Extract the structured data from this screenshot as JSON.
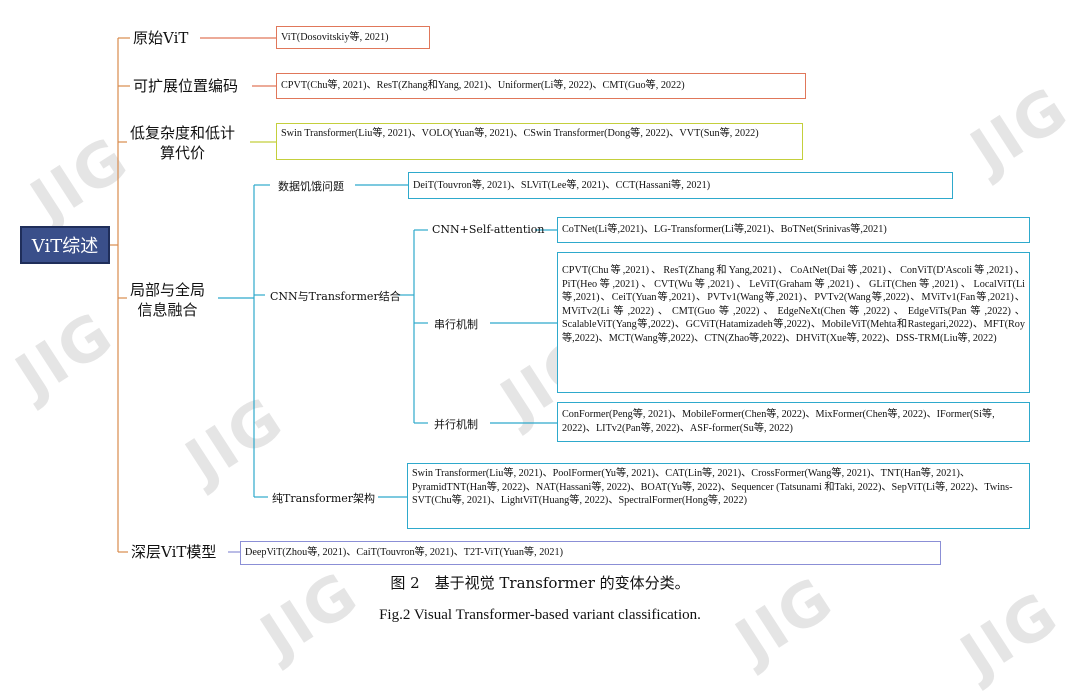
{
  "watermark": "JIG",
  "root": "ViT综述",
  "categories": {
    "original": "原始ViT",
    "pos_encoding": "可扩展位置编码",
    "low_complexity": [
      "低复杂度和低计",
      "算代价"
    ],
    "fusion": [
      "局部与全局",
      "信息融合"
    ],
    "deep": "深层ViT模型"
  },
  "subcategories": {
    "data_hungry": "数据饥饿问题",
    "cnn_transformer": "CNN与Transformer结合",
    "cnn_self_attention": "CNN+Self-attention",
    "serial": "串行机制",
    "parallel": "并行机制",
    "pure_transformer": "纯Transformer架构"
  },
  "boxes": {
    "original": "ViT(Dosovitskiy等, 2021)",
    "pos_encoding": "CPVT(Chu等, 2021)、ResT(Zhang和Yang, 2021)、Uniformer(Li等, 2022)、CMT(Guo等, 2022)",
    "low_complexity": "Swin Transformer(Liu等, 2021)、VOLO(Yuan等, 2021)、CSwin Transformer(Dong等, 2022)、VVT(Sun等, 2022)",
    "data_hungry": "DeiT(Touvron等, 2021)、SLViT(Lee等, 2021)、CCT(Hassani等, 2021)",
    "cnn_self_attention": "CoTNet(Li等,2021)、LG-Transformer(Li等,2021)、BoTNet(Srinivas等,2021)",
    "serial": "CPVT(Chu等,2021)、ResT(Zhang和Yang,2021)、CoAtNet(Dai等,2021)、ConViT(D'Ascoli等,2021)、PiT(Heo等,2021)、CVT(Wu等,2021)、LeViT(Graham等,2021)、GLiT(Chen等,2021)、LocalViT(Li等,2021)、CeiT(Yuan等,2021)、PVTv1(Wang等,2021)、PVTv2(Wang等,2022)、MViTv1(Fan等,2021)、MViTv2(Li等,2022)、CMT(Guo等,2022)、EdgeNeXt(Chen等,2022)、EdgeViTs(Pan等,2022)、ScalableViT(Yang等,2022)、GCViT(Hatamizadeh等,2022)、MobileViT(Mehta和Rastegari,2022)、MFT(Roy等,2022)、MCT(Wang等,2022)、CTN(Zhao等,2022)、DHViT(Xue等, 2022)、DSS-TRM(Liu等, 2022)",
    "parallel": "ConFormer(Peng等, 2021)、MobileFormer(Chen等, 2022)、MixFormer(Chen等, 2022)、IFormer(Si等, 2022)、LITv2(Pan等, 2022)、ASF-former(Su等, 2022)",
    "pure_transformer": "Swin Transformer(Liu等, 2021)、PoolFormer(Yu等, 2021)、CAT(Lin等, 2021)、CrossFormer(Wang等, 2021)、TNT(Han等, 2021)、PyramidTNT(Han等, 2022)、NAT(Hassani等, 2022)、BOAT(Yu等, 2022)、Sequencer (Tatsunami 和Taki, 2022)、SepViT(Li等, 2022)、Twins-SVT(Chu等, 2021)、LightViT(Huang等, 2022)、SpectralFormer(Hong等, 2022)",
    "deep": "DeepViT(Zhou等, 2021)、CaiT(Touvron等, 2021)、T2T-ViT(Yuan等, 2021)"
  },
  "caption": {
    "zh": "图 2　基于视觉 Transformer 的变体分类。",
    "en": "Fig.2 Visual Transformer-based variant classification."
  },
  "colors": {
    "root_fill": "#3a4f8a",
    "branch": "#d88b4d",
    "box_red": "#e0775a",
    "box_green": "#c4cf3c",
    "box_cyan": "#2ea9cc",
    "box_purple": "#8b8fd6"
  }
}
